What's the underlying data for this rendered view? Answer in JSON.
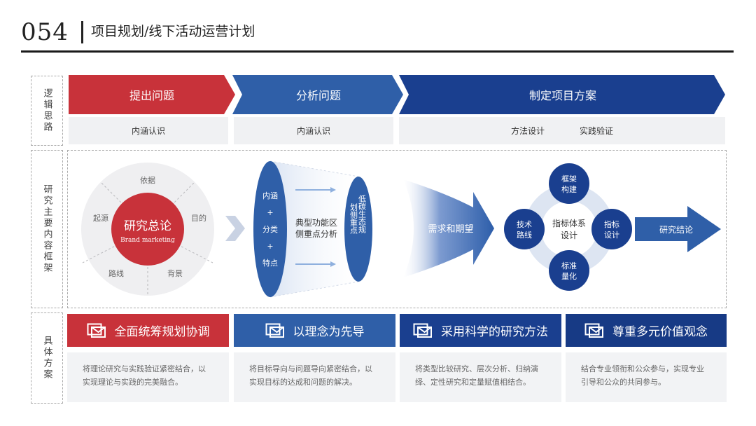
{
  "header": {
    "page_number": "054",
    "title": "项目规划/线下活动运营计划"
  },
  "colors": {
    "red": "#c8323a",
    "mid_blue": "#2f5fa8",
    "dark_blue": "#1a3f8f",
    "navy": "#173a85"
  },
  "rows": {
    "logic": "逻辑思路",
    "research": "研究主要内容框架",
    "plan": "具体方案"
  },
  "logic": {
    "steps": [
      "提出问题",
      "分析问题",
      "制定项目方案"
    ],
    "subs": [
      [
        "内涵认识"
      ],
      [
        "内涵认识"
      ],
      [
        "方法设计",
        "实践验证"
      ]
    ]
  },
  "circle": {
    "center_title": "研究总论",
    "center_sub": "Brand marketing",
    "segments": [
      "依据",
      "目的",
      "背景",
      "路线",
      "起源"
    ]
  },
  "cylinder": {
    "left": [
      "内涵",
      "+",
      "分类",
      "+",
      "特点"
    ],
    "middle": [
      "典型功能区",
      "侧重点分析"
    ],
    "right_col1": "低碳生态规",
    "right_col2": "划侧重点"
  },
  "funnel": {
    "label": "需求和期望"
  },
  "system": {
    "center": [
      "指标体系",
      "设计"
    ],
    "top": [
      "框架",
      "构建"
    ],
    "left": [
      "技术",
      "路线"
    ],
    "right": [
      "指标",
      "设计"
    ],
    "bottom": [
      "标准",
      "量化"
    ],
    "result": "研究结论"
  },
  "plans": [
    {
      "title": "全面统筹规划协调",
      "desc": [
        "将理论研究与实践验证紧密结合，以",
        "实现理论与实践的完美融合。"
      ]
    },
    {
      "title": "以理念为先导",
      "desc": [
        "将目标导向与问题导向紧密结合，以",
        "实现目标的达成和问题的解决。"
      ]
    },
    {
      "title": "采用科学的研究方法",
      "desc": [
        "将类型比较研究、层次分析、归纳演",
        "绎、定性研究和定量赋值相结合。"
      ]
    },
    {
      "title": "尊重多元价值观念",
      "desc": [
        "结合专业领衔和公众参与，实现专业",
        "引导和公众的共同参与。"
      ]
    }
  ]
}
